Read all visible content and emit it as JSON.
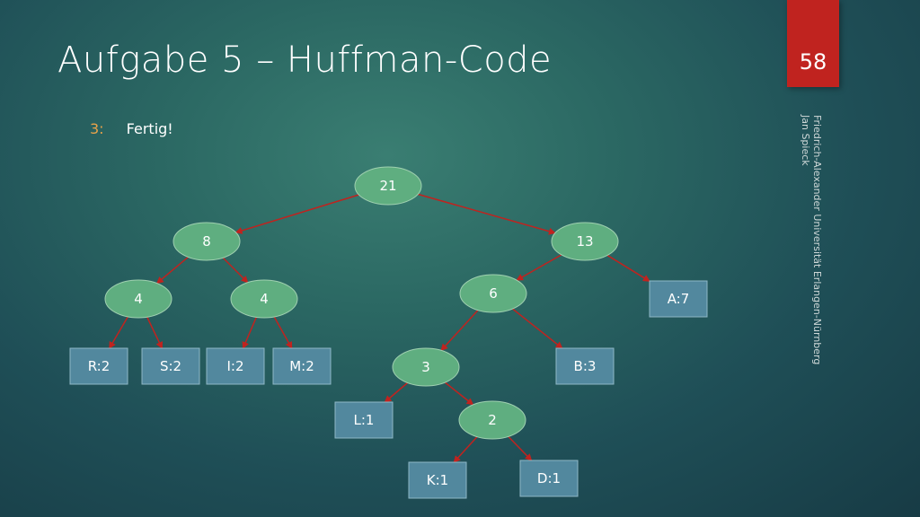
{
  "slide": {
    "title": "Aufgabe 5 – Huffman-Code",
    "page_number": "58",
    "step_number": "3:",
    "step_text": "Fertig!",
    "footer_line1": "Friedrich-Alexander Universität Erlangen-Nürnberg",
    "footer_line2": "Jan Spieck"
  },
  "colors": {
    "node_fill": "#5fae80",
    "leaf_fill": "#52889e",
    "edge": "#c0231f",
    "badge": "#c0231f",
    "step_number": "#e8a24a"
  },
  "tree": {
    "nodes": [
      {
        "id": "n21",
        "label": "21",
        "kind": "internal"
      },
      {
        "id": "n8",
        "label": "8",
        "kind": "internal"
      },
      {
        "id": "n13",
        "label": "13",
        "kind": "internal"
      },
      {
        "id": "n4a",
        "label": "4",
        "kind": "internal"
      },
      {
        "id": "n4b",
        "label": "4",
        "kind": "internal"
      },
      {
        "id": "n6",
        "label": "6",
        "kind": "internal"
      },
      {
        "id": "lA",
        "label": "A:7",
        "kind": "leaf"
      },
      {
        "id": "lR",
        "label": "R:2",
        "kind": "leaf"
      },
      {
        "id": "lS",
        "label": "S:2",
        "kind": "leaf"
      },
      {
        "id": "lI",
        "label": "I:2",
        "kind": "leaf"
      },
      {
        "id": "lM",
        "label": "M:2",
        "kind": "leaf"
      },
      {
        "id": "n3",
        "label": "3",
        "kind": "internal"
      },
      {
        "id": "lB",
        "label": "B:3",
        "kind": "leaf"
      },
      {
        "id": "lL",
        "label": "L:1",
        "kind": "leaf"
      },
      {
        "id": "n2",
        "label": "2",
        "kind": "internal"
      },
      {
        "id": "lK",
        "label": "K:1",
        "kind": "leaf"
      },
      {
        "id": "lD",
        "label": "D:1",
        "kind": "leaf"
      }
    ],
    "edges": [
      [
        "n21",
        "n8"
      ],
      [
        "n21",
        "n13"
      ],
      [
        "n8",
        "n4a"
      ],
      [
        "n8",
        "n4b"
      ],
      [
        "n13",
        "n6"
      ],
      [
        "n13",
        "lA"
      ],
      [
        "n4a",
        "lR"
      ],
      [
        "n4a",
        "lS"
      ],
      [
        "n4b",
        "lI"
      ],
      [
        "n4b",
        "lM"
      ],
      [
        "n6",
        "n3"
      ],
      [
        "n6",
        "lB"
      ],
      [
        "n3",
        "lL"
      ],
      [
        "n3",
        "n2"
      ],
      [
        "n2",
        "lK"
      ],
      [
        "n2",
        "lD"
      ]
    ]
  }
}
